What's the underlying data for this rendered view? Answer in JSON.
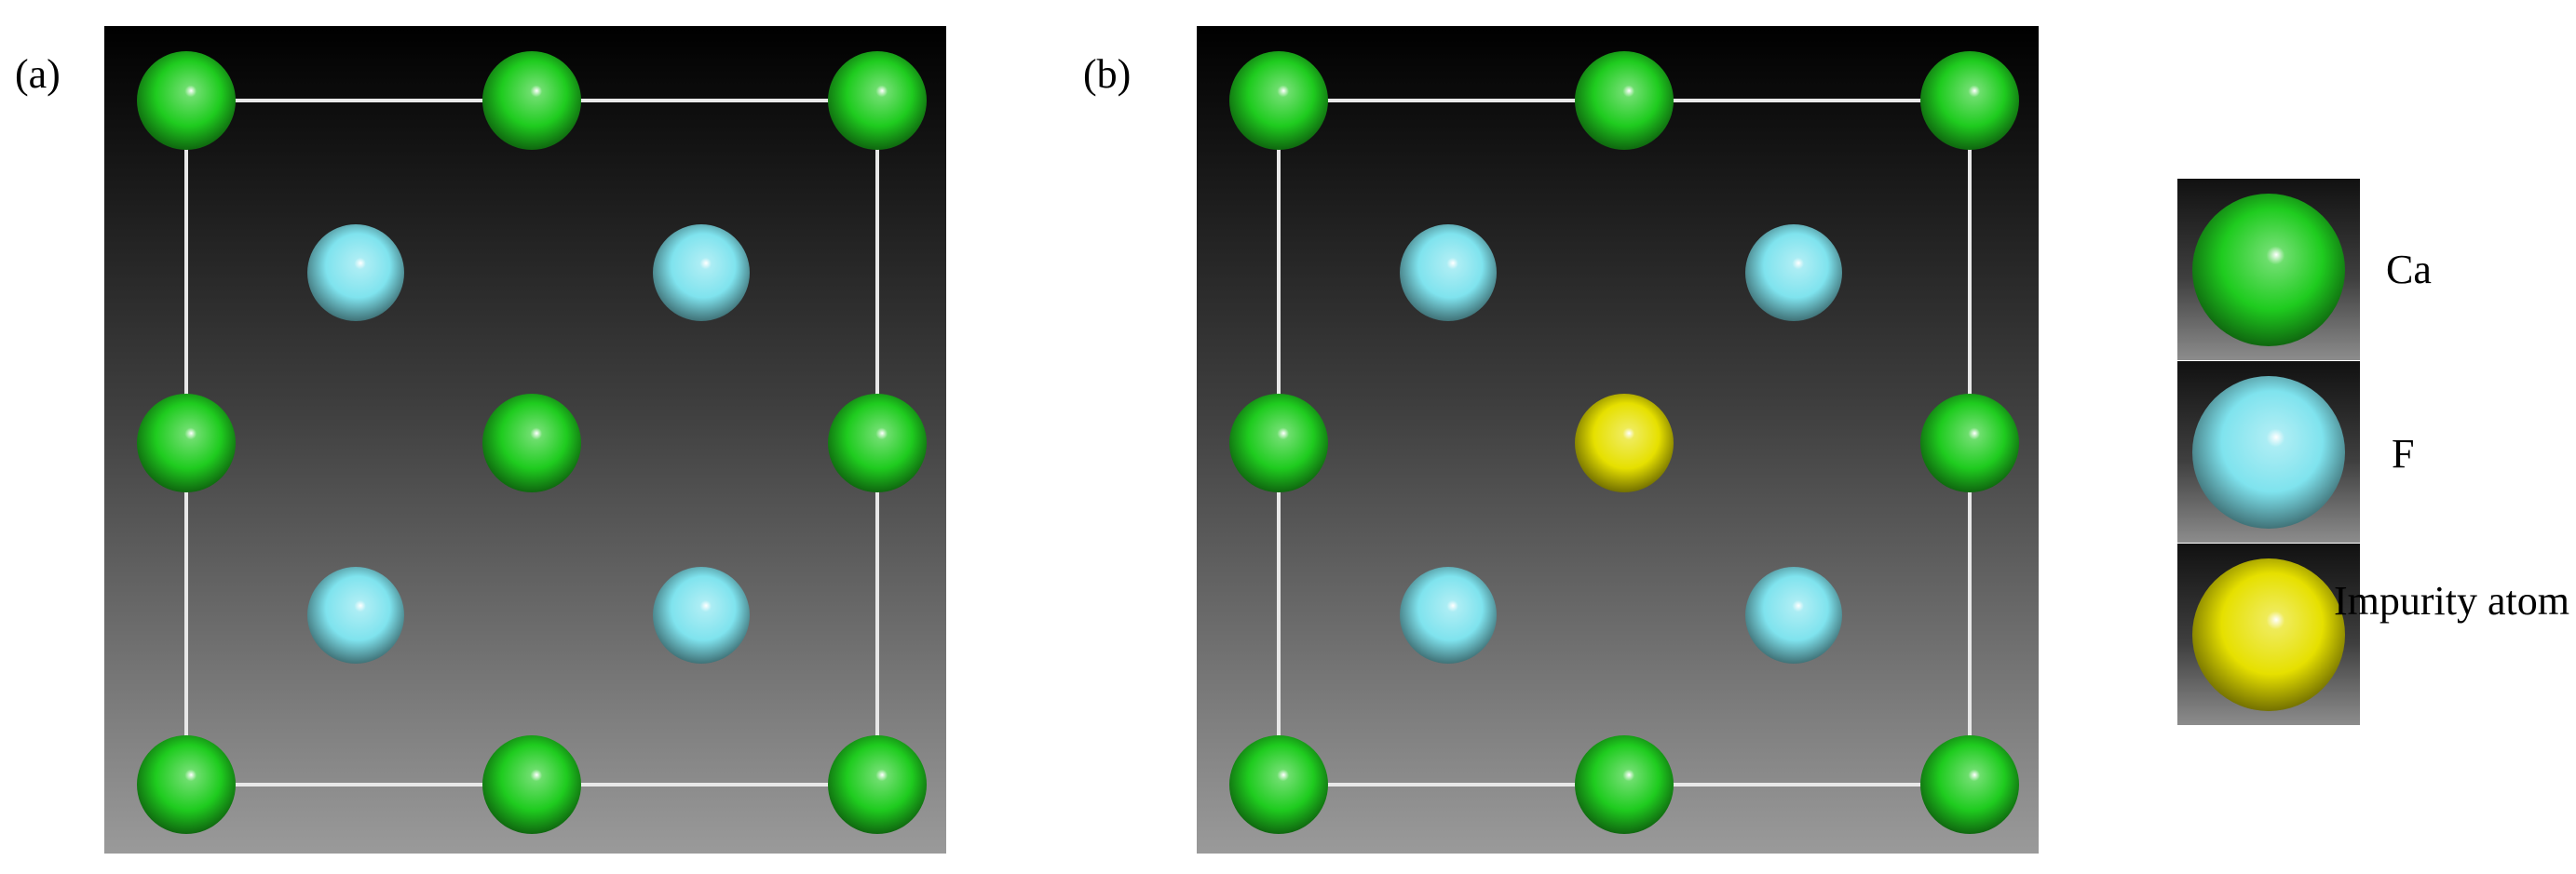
{
  "panels": [
    {
      "id": "a",
      "label": "(a)",
      "center_atom": "Ca"
    },
    {
      "id": "b",
      "label": "(b)",
      "center_atom": "Impurity"
    }
  ],
  "legend": {
    "items": [
      {
        "key": "Ca",
        "label": "Ca",
        "color": "#1fcc1f"
      },
      {
        "key": "F",
        "label": "F",
        "color": "#7fe3ee"
      },
      {
        "key": "Impurity",
        "label": "Impurity atom",
        "color": "#e6e000"
      }
    ]
  },
  "colors": {
    "Ca": "#1fcc1f",
    "F": "#7fe3ee",
    "Impurity": "#e6e000",
    "cell_edge": "#e8e8e8"
  }
}
